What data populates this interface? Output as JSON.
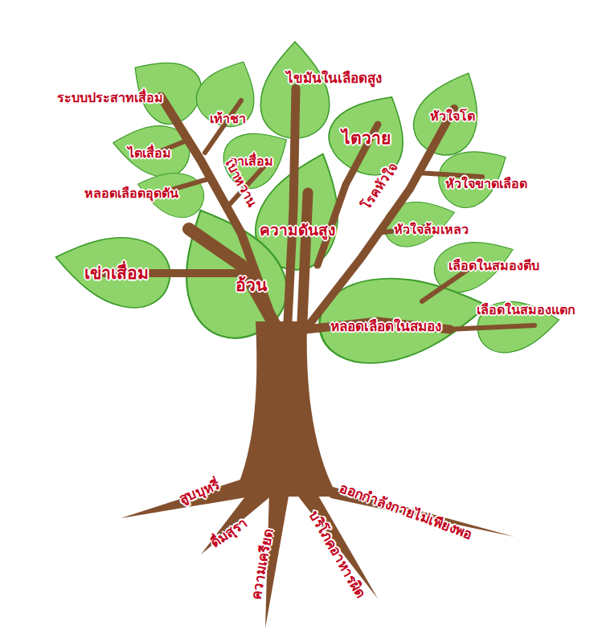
{
  "diagram": {
    "labels": [
      "ไขมันในเลือดสูง",
      "ระบบประสาทเสื่อม",
      "เท้าชา",
      "หัวใจโต",
      "ไตวาย",
      "ไตเสื่อม",
      "ตาเสื่อม",
      "เบาหวาน",
      "โรคหัวใจ",
      "หัวใจขาดเลือด",
      "หลอดเลือดอุดตัน",
      "ความดันสูง",
      "หัวใจล้มเหลว",
      "เลือดในสมองตีบ",
      "เข่าเสื่อม",
      "อ้วน",
      "เลือดในสมองแตก",
      "หลอดเลือดในสมอง",
      "สูบบุหรี่",
      "ออกกำลังกายไม่เพียงพอ",
      "ดื่มสุรา",
      "บริโภคอาหารผิด",
      "ความเครียด"
    ]
  }
}
